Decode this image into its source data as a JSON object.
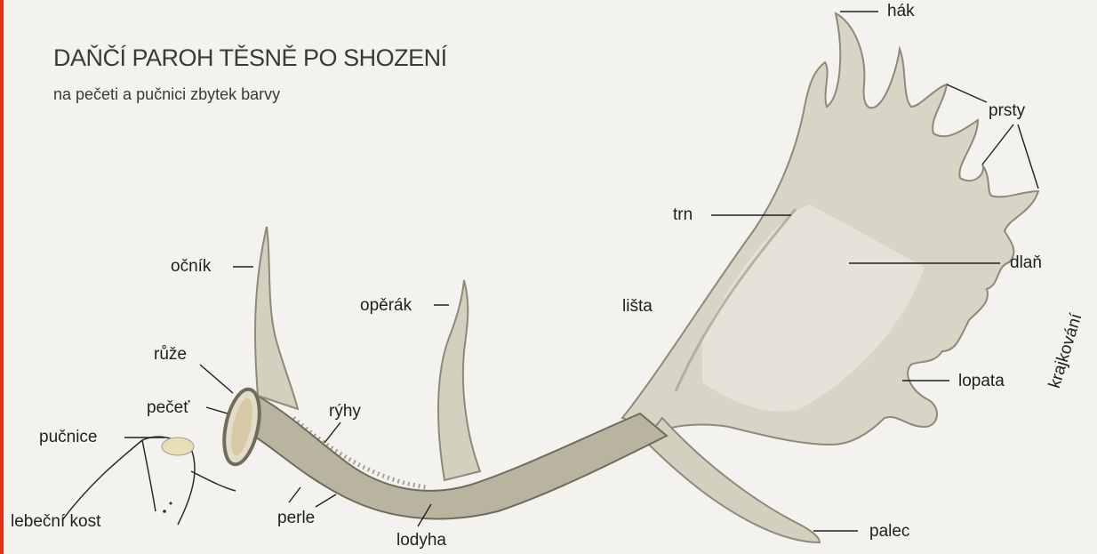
{
  "title": "DAŇČÍ PAROH TĚSNĚ PO SHOZENÍ",
  "subtitle": "na pečeti a pučnici zbytek barvy",
  "labels": {
    "hak": "hák",
    "prsty": "prsty",
    "trn": "trn",
    "dlan": "dlaň",
    "krajkovani": "krajkování",
    "lista": "lišta",
    "lopata": "lopata",
    "ocnik": "očník",
    "operak": "opěrák",
    "ruze": "růže",
    "pecet": "pečeť",
    "ryhy": "rýhy",
    "pucnice": "pučnice",
    "lebecni_kost": "lebeční kost",
    "perle": "perle",
    "lodyha": "lodyha",
    "palec": "palec"
  },
  "colors": {
    "background": "#f3f2ee",
    "antler_fill": "#d9d5c6",
    "antler_shadow": "#8d8a78",
    "beam_dark": "#6f6c5c",
    "left_border": "#e0301e",
    "text": "#1f1f1f"
  }
}
